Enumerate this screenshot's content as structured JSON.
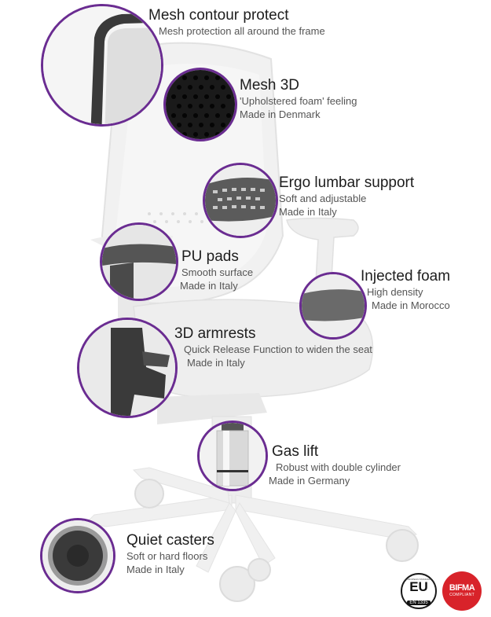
{
  "features": [
    {
      "id": "mesh-contour",
      "title": "Mesh contour protect",
      "lines": [
        "Mesh protection all around the frame"
      ]
    },
    {
      "id": "mesh-3d",
      "title": "Mesh 3D",
      "lines": [
        "'Upholstered foam' feeling",
        "Made in Denmark"
      ]
    },
    {
      "id": "lumbar",
      "title": "Ergo lumbar support",
      "lines": [
        "Soft and adjustable",
        "Made in Italy"
      ]
    },
    {
      "id": "pu-pads",
      "title": "PU pads",
      "lines": [
        "Smooth surface",
        "Made in Italy"
      ]
    },
    {
      "id": "foam",
      "title": "Injected foam",
      "lines": [
        "High density",
        "Made in Morocco"
      ]
    },
    {
      "id": "armrests",
      "title": "3D armrests",
      "lines": [
        "Quick Release Function to widen the seat",
        "Made in Italy"
      ]
    },
    {
      "id": "gas-lift",
      "title": "Gas lift",
      "lines": [
        "Robust with double cylinder",
        "Made in Germany"
      ]
    },
    {
      "id": "casters",
      "title": "Quiet casters",
      "lines": [
        "Soft or hard floors",
        "Made in Italy"
      ]
    }
  ],
  "badges": {
    "eu": {
      "small": "EUROPEAN STANDARD",
      "big": "EU",
      "std": "EN 1335"
    },
    "bifma": {
      "big": "BIFMA",
      "std": "COMPLIANT"
    }
  },
  "colors": {
    "ring": "#6a2c91",
    "badge_red": "#d8232a",
    "chair": "#e6e6e6",
    "mesh": "#2a2a2a"
  }
}
